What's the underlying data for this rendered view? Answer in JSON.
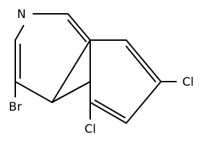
{
  "molecule": {
    "atoms": {
      "n": "N",
      "br": "Br",
      "cl5": "Cl",
      "cl7": "Cl"
    }
  },
  "colors": {
    "bond": "#000000",
    "background": "#ffffff"
  }
}
